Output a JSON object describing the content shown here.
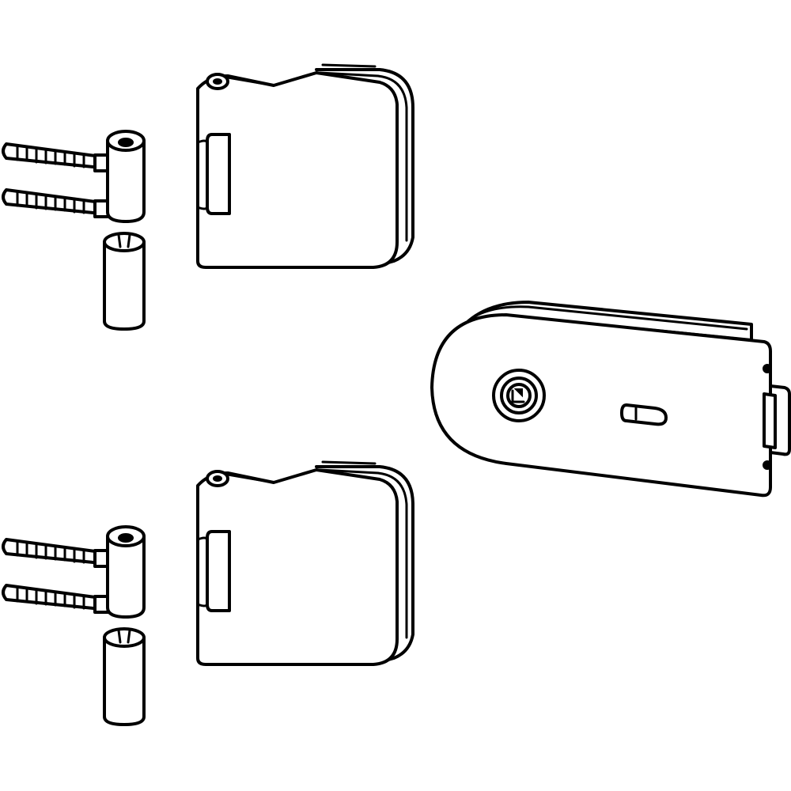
{
  "figure": {
    "background": "#ffffff",
    "line_color": "#000000",
    "components": [
      "hinge-pin-assembly-top",
      "hinge-clamp-top",
      "hinge-pin-assembly-bottom",
      "hinge-clamp-bottom",
      "glass-door-lock"
    ]
  }
}
